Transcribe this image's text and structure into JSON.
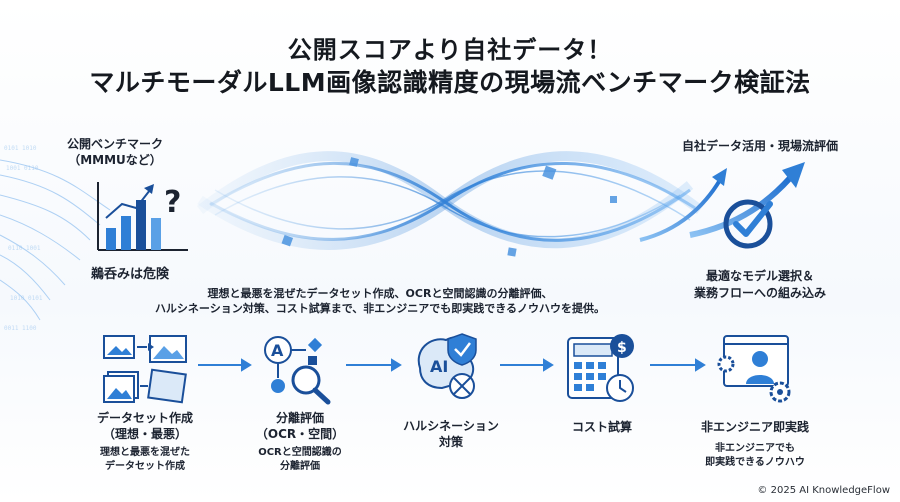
{
  "title": {
    "line1": "公開スコアより自社データ！",
    "line2": "マルチモーダルLLM画像認識精度の現場流ベンチマーク検証法"
  },
  "left": {
    "label": "公開ベンチマーク",
    "sublabel": "（MMMUなど）",
    "warning": "鵜呑みは危険"
  },
  "right": {
    "label": "自社データ活用・現場流評価",
    "result_line1": "最適なモデル選択＆",
    "result_line2": "業務フローへの組み込み"
  },
  "summary": {
    "line1": "理想と最悪を混ぜたデータセット作成、OCRと空間認識の分離評価、",
    "line2": "ハルシネーション対策、コスト試算まで、非エンジニアでも即実践できるノウハウを提供。"
  },
  "steps": [
    {
      "title": "データセット作成",
      "subtitle": "（理想・最悪）",
      "desc1": "理想と最悪を混ぜた",
      "desc2": "データセット作成",
      "icon": "image-stack-icon"
    },
    {
      "title": "分離評価",
      "subtitle": "（OCR・空間）",
      "desc1": "OCRと空間認識の",
      "desc2": "分離評価",
      "icon": "ocr-spatial-icon"
    },
    {
      "title": "ハルシネーション",
      "subtitle": "対策",
      "desc1": "",
      "desc2": "",
      "icon": "ai-brain-shield-icon"
    },
    {
      "title": "コスト試算",
      "subtitle": "",
      "desc1": "",
      "desc2": "",
      "icon": "calculator-icon"
    },
    {
      "title": "非エンジニア即実践",
      "subtitle": "",
      "desc1": "非エンジニアでも",
      "desc2": "即実践できるノウハウ",
      "icon": "user-gear-icon"
    }
  ],
  "icons": {
    "left_chart": "bar-chart-question-icon",
    "right_check": "check-circle-icon",
    "arrow": "arrow-right-icon"
  },
  "colors": {
    "accent": "#2f7fd6",
    "dark_blue": "#1a4f9a",
    "light_blue": "#cfe3f7"
  },
  "footer": "© 2025 AI KnowledgeFlow"
}
